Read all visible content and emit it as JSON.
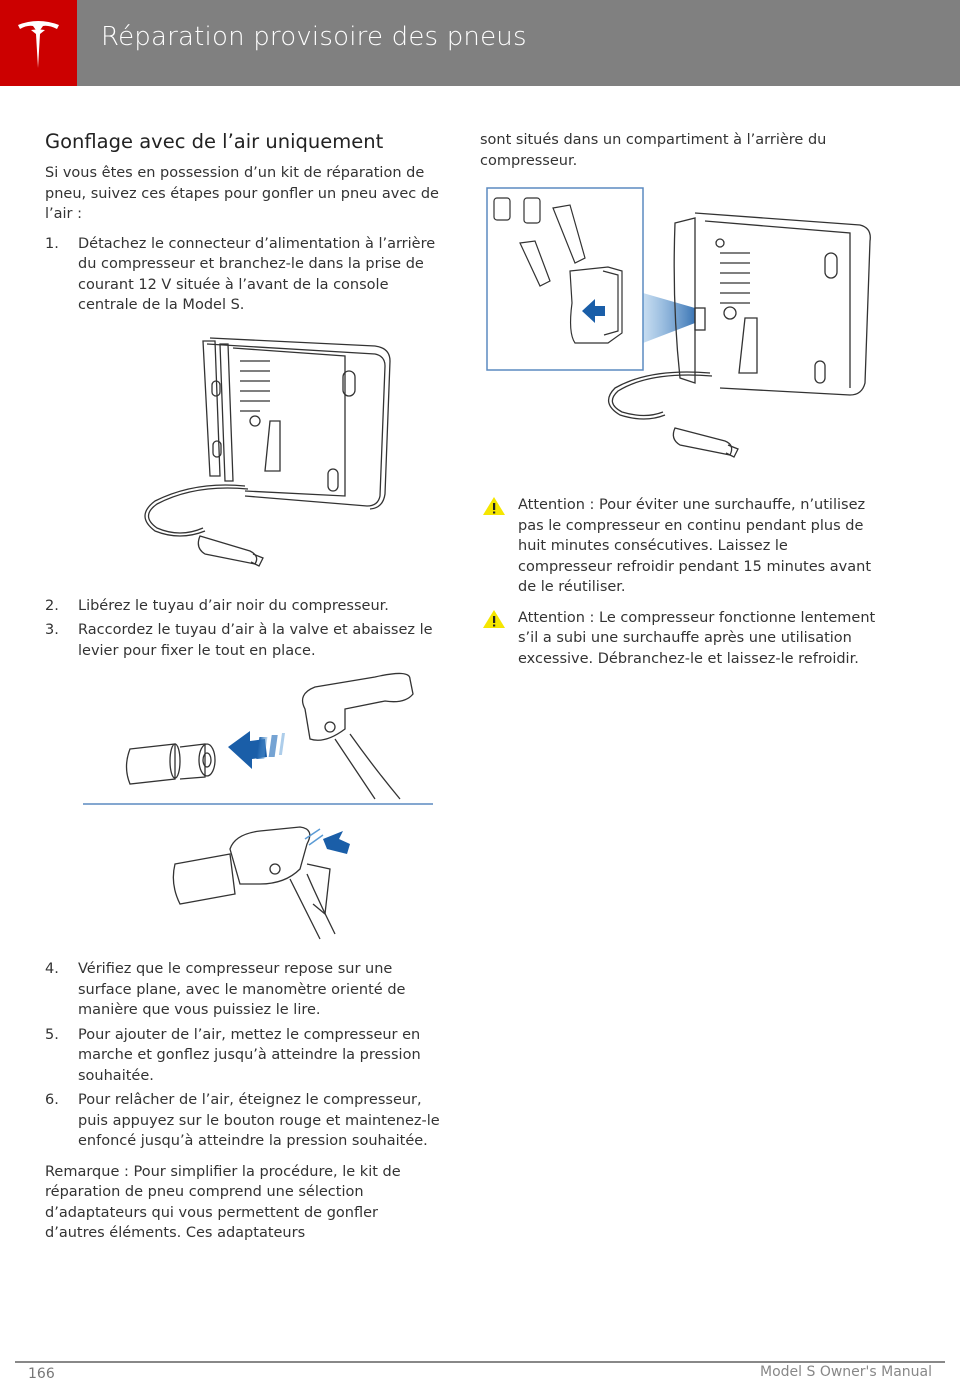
{
  "header": {
    "logo": "tesla-logo",
    "title": "Réparation provisoire des pneus",
    "accent_color": "#cc0000",
    "bar_color": "#808080"
  },
  "left": {
    "heading": "Gonflage avec de l’air uniquement",
    "intro": "Si vous êtes en possession d’un kit de réparation de pneu, suivez ces étapes pour gonfler un pneu avec de l’air :",
    "steps": [
      {
        "num": "1.",
        "text": "Détachez le connecteur d’alimentation à l’arrière du compresseur et branchez-le dans la prise de courant 12 V située à l’avant de la console centrale de la Model S."
      },
      {
        "num": "2.",
        "text": "Libérez le tuyau d’air noir du compresseur."
      },
      {
        "num": "3.",
        "text": "Raccordez le tuyau d’air à la valve et abaissez le levier pour fixer le tout en place."
      },
      {
        "num": "4.",
        "text": "Vérifiez que le compresseur repose sur une surface plane, avec le manomètre orienté de manière que vous puissiez le lire."
      },
      {
        "num": "5.",
        "text": "Pour ajouter de l’air, mettez le compresseur en marche et gonflez jusqu’à atteindre la pression souhaitée."
      },
      {
        "num": "6.",
        "text": "Pour relâcher de l’air, éteignez le compresseur, puis appuyez sur le bouton rouge et maintenez-le enfoncé jusqu’à atteindre la pression souhaitée."
      }
    ],
    "note": "Remarque : Pour simplifier la procédure, le kit de réparation de pneu comprend une sélection d’adaptateurs qui vous permettent de gonfler d’autres éléments. Ces adaptateurs"
  },
  "right": {
    "continuation": "sont situés dans un compartiment à l’arrière du compresseur.",
    "warnings": [
      {
        "icon": "warning-triangle-icon",
        "text": "Attention : Pour éviter une surchauffe, n’utilisez pas le compresseur en continu pendant plus de huit minutes consécutives. Laissez le compresseur refroidir pendant 15 minutes avant de le réutiliser."
      },
      {
        "icon": "warning-triangle-icon",
        "text": "Attention : Le compresseur fonctionne lentement s’il a subi une surchauffe après une utilisation excessive. Débranchez-le et laissez-le refroidir."
      }
    ],
    "warning_color": "#f5e600"
  },
  "footer": {
    "page_number": "166",
    "manual_name": "Model S Owner's Manual"
  }
}
